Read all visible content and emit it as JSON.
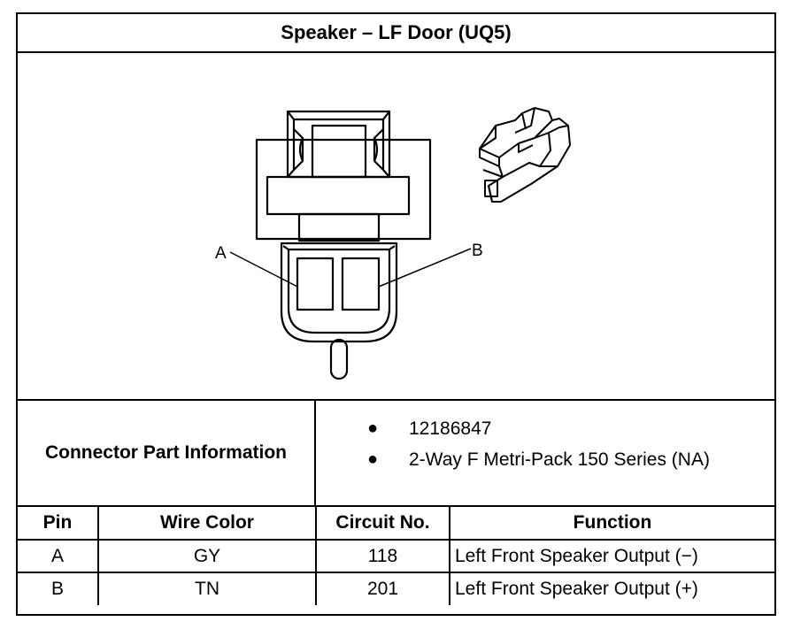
{
  "title": "Speaker – LF Door (UQ5)",
  "figure": {
    "callout_a": "A",
    "callout_b": "B"
  },
  "connector": {
    "label": "Connector Part Information",
    "items": [
      "12186847",
      "2-Way F Metri-Pack 150 Series (NA)"
    ]
  },
  "table": {
    "headers": [
      "Pin",
      "Wire Color",
      "Circuit No.",
      "Function"
    ],
    "rows": [
      {
        "pin": "A",
        "wire_color": "GY",
        "circuit": "118",
        "function": "Left Front Speaker Output (−)"
      },
      {
        "pin": "B",
        "wire_color": "TN",
        "circuit": "201",
        "function": "Left Front Speaker Output (+)"
      }
    ]
  }
}
